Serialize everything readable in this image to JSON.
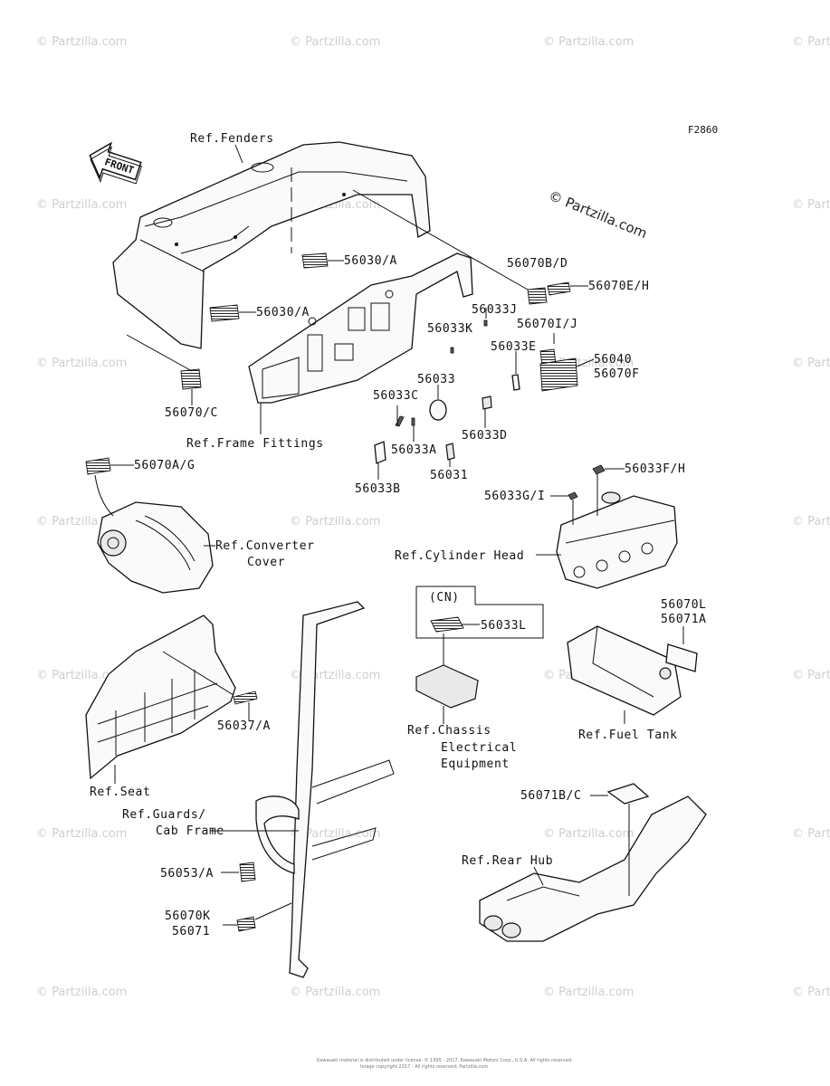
{
  "figure_code": "F2860",
  "watermark_text": "© Partzilla.com",
  "front_arrow_label": "FRONT",
  "labels": {
    "ref_fenders": "Ref.Fenders",
    "p56030a_top": "56030/A",
    "p56030a_left": "56030/A",
    "p56070c": "56070/C",
    "ref_frame_fittings": "Ref.Frame Fittings",
    "p56070bd": "56070B/D",
    "p56070eh": "56070E/H",
    "p56033j": "56033J",
    "p56033k": "56033K",
    "p56070ij": "56070I/J",
    "p56033e": "56033E",
    "p56040": "56040",
    "p56070f": "56070F",
    "p56033": "56033",
    "p56033c": "56033C",
    "p56033d": "56033D",
    "p56033a": "56033A",
    "p56031": "56031",
    "p56033b": "56033B",
    "p56070ag": "56070A/G",
    "p56033fh": "56033F/H",
    "p56033gi": "56033G/I",
    "ref_converter_1": "Ref.Converter",
    "ref_converter_2": "Cover",
    "ref_cylinder_head": "Ref.Cylinder Head",
    "cn": "(CN)",
    "p56033l": "56033L",
    "p56070l": "56070L",
    "p56071a": "56071A",
    "p56037a": "56037/A",
    "ref_chassis_1": "Ref.Chassis",
    "ref_chassis_2": "Electrical",
    "ref_chassis_3": "Equipment",
    "ref_fuel_tank": "Ref.Fuel Tank",
    "ref_seat": "Ref.Seat",
    "ref_guards_1": "Ref.Guards/",
    "ref_guards_2": "Cab Frame",
    "p56071bc": "56071B/C",
    "ref_rear_hub": "Ref.Rear Hub",
    "p56053a": "56053/A",
    "p56070k": "56070K",
    "p56071": "56071"
  },
  "footer_line_1": "Kawasaki material is distributed under license. © 1995 - 2017, Kawasaki Motors Corp., U.S.A. All rights reserved.",
  "footer_line_2": "Image copyright 2017 - All rights reserved; Partzilla.com"
}
